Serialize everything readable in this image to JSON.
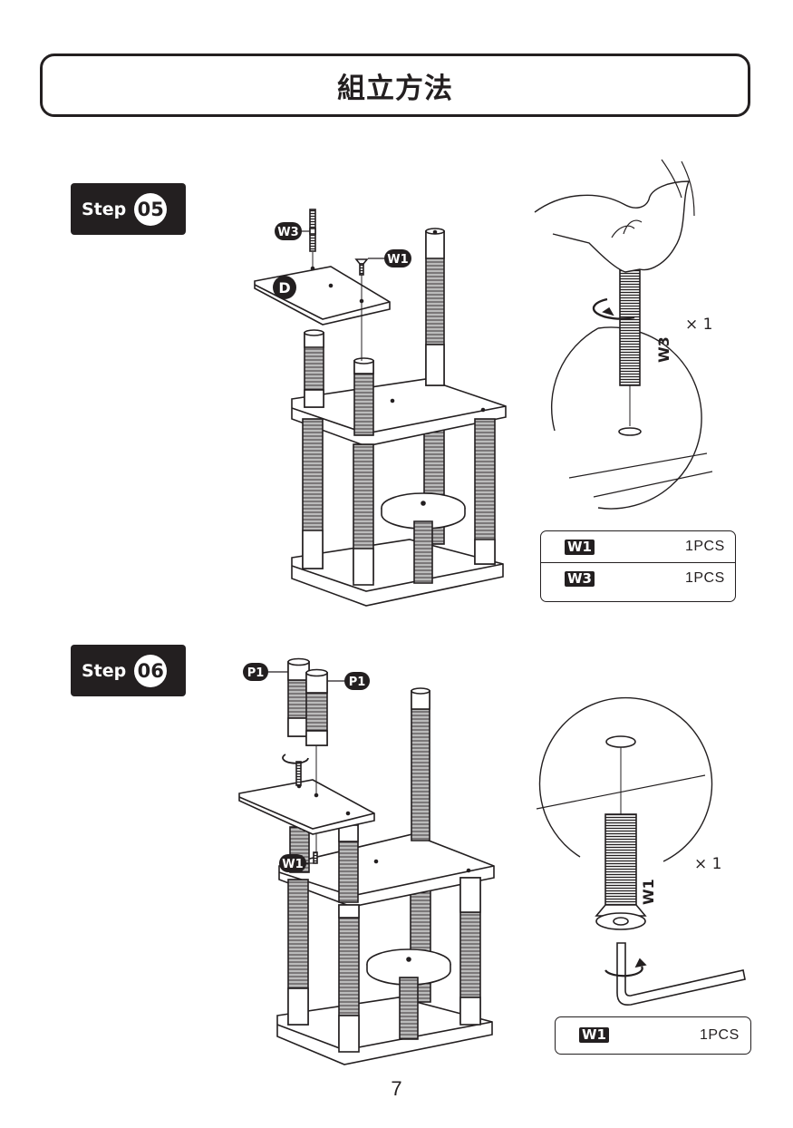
{
  "header": {
    "title": "組立方法"
  },
  "step5": {
    "label": "Step",
    "number": "05",
    "callouts": {
      "w3": "W3",
      "w1": "W1",
      "board": "D"
    },
    "detail": {
      "multiplier": "× 1",
      "screw_label": "W3"
    },
    "legend": [
      {
        "code": "W1",
        "qty": "1PCS"
      },
      {
        "code": "W3",
        "qty": "1PCS"
      }
    ]
  },
  "step6": {
    "label": "Step",
    "number": "06",
    "callouts": {
      "p1_left": "P1",
      "p1_right": "P1",
      "w1": "W1"
    },
    "detail": {
      "multiplier": "× 1",
      "screw_label": "W1"
    },
    "legend": [
      {
        "code": "W1",
        "qty": "1PCS"
      }
    ]
  },
  "footer": {
    "page_number": "7"
  }
}
